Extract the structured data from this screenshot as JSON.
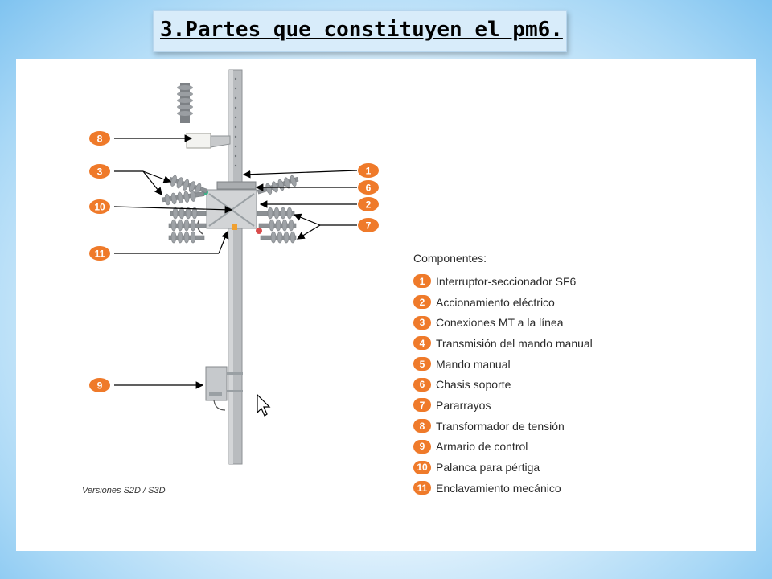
{
  "title": "3.Partes que constituyen el pm6.",
  "caption": "Versiones S2D / S3D",
  "legend": {
    "title": "Componentes:",
    "items": [
      {
        "num": "1",
        "label": "Interruptor-seccionador SF6"
      },
      {
        "num": "2",
        "label": "Accionamiento eléctrico"
      },
      {
        "num": "3",
        "label": "Conexiones MT a la línea"
      },
      {
        "num": "4",
        "label": "Transmisión del mando manual"
      },
      {
        "num": "5",
        "label": "Mando manual"
      },
      {
        "num": "6",
        "label": "Chasis soporte"
      },
      {
        "num": "7",
        "label": "Pararrayos"
      },
      {
        "num": "8",
        "label": "Transformador de tensión"
      },
      {
        "num": "9",
        "label": "Armario de control"
      },
      {
        "num": "10",
        "label": "Palanca para pértiga"
      },
      {
        "num": "11",
        "label": "Enclavamiento mecánico"
      }
    ]
  },
  "callouts": {
    "c8": "8",
    "c3": "3",
    "c10": "10",
    "c11": "11",
    "c9": "9",
    "c1": "1",
    "c6": "6",
    "c2": "2",
    "c7": "7"
  },
  "colors": {
    "badge": "#ef7a2a",
    "pole": "#b9bcbf"
  }
}
